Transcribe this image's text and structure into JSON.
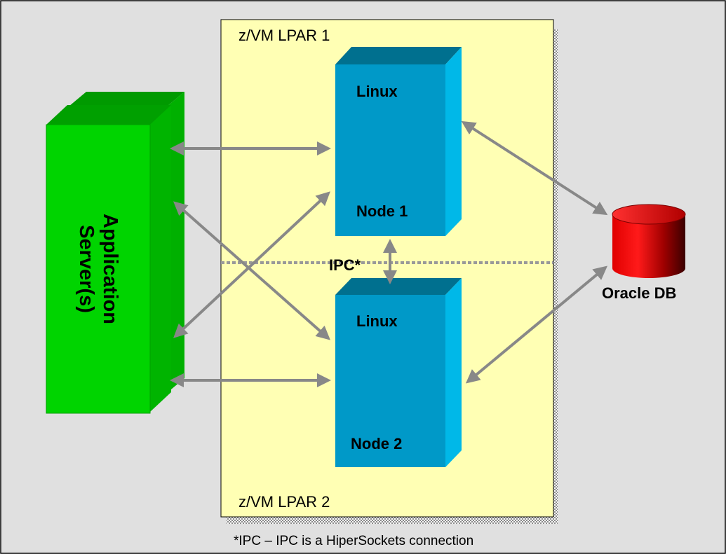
{
  "diagram": {
    "lpar1_label": "z/VM LPAR 1",
    "lpar2_label": "z/VM LPAR 2",
    "app_server_label_line1": "Application",
    "app_server_label_line2": "Server(s)",
    "node1": {
      "os": "Linux",
      "name": "Node 1"
    },
    "node2": {
      "os": "Linux",
      "name": "Node 2"
    },
    "ipc_label": "IPC*",
    "database_label": "Oracle DB",
    "footnote": "*IPC – IPC is a HiperSockets connection"
  },
  "colors": {
    "background": "#e0e0e0",
    "lpar_fill": "#ffffb4",
    "server_front": "#00c000",
    "server_top": "#009a00",
    "node_front": "#0099c8",
    "node_top": "#00708f",
    "node_side": "#00b8e8",
    "arrow": "#888888",
    "db_red": "#c00000"
  }
}
